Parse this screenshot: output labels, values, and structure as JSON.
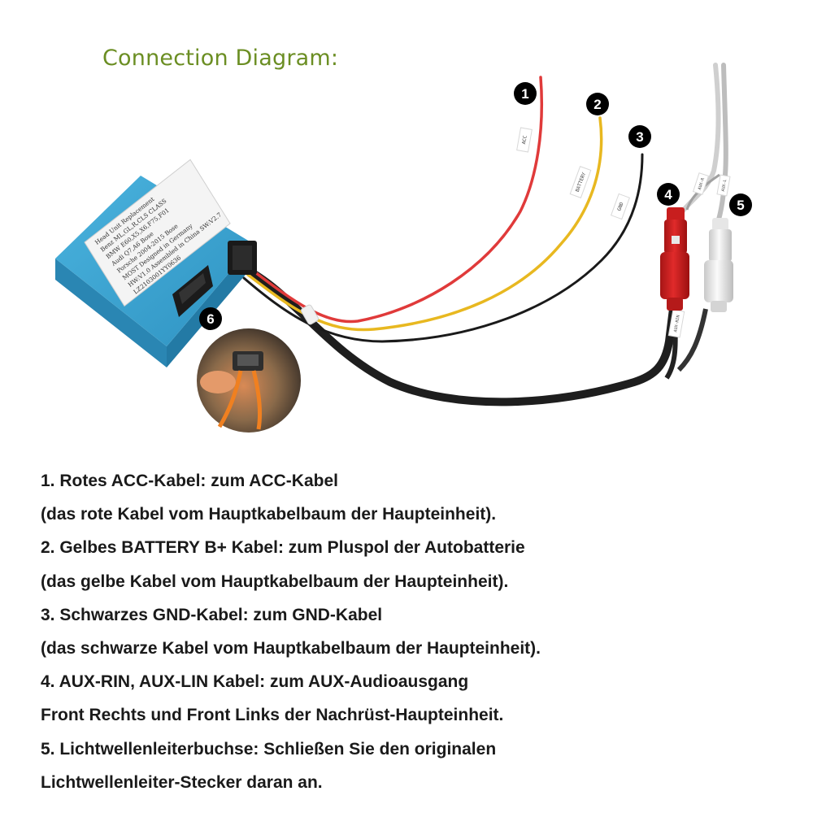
{
  "title": "Connection Diagram:",
  "badges": [
    "1",
    "2",
    "3",
    "4",
    "5",
    "6"
  ],
  "wire_tags": {
    "acc": "ACC",
    "battery": "BATTERY",
    "gnd": "GND",
    "aux_r": "AUX-R",
    "aux_l": "AUX-L",
    "aux_rin": "AUX-RIN"
  },
  "module_label": [
    "Head Unit Replacement",
    "Benz   ML,GL,R,CLS CLASS",
    "BMW   E60,X5,X6,F75,F01",
    "Audi   Q7,A6 Bose",
    "Porsche   2004-2015 Bose",
    "MOST   Designed in Germany",
    "HW:V1.0   Assembled in China   SW:V2.7",
    "LZ2103001YY0636"
  ],
  "instructions": [
    "1. Rotes ACC-Kabel: zum ACC-Kabel",
    "(das rote Kabel vom Hauptkabelbaum der Haupteinheit).",
    "2. Gelbes BATTERY B+ Kabel: zum Pluspol der Autobatterie",
    "(das gelbe Kabel vom Hauptkabelbaum der Haupteinheit).",
    "3. Schwarzes GND-Kabel: zum GND-Kabel",
    "(das schwarze Kabel vom Hauptkabelbaum der Haupteinheit).",
    "4. AUX-RIN, AUX-LIN Kabel: zum AUX-Audioausgang",
    "Front Rechts und Front Links der Nachrüst-Haupteinheit.",
    "5. Lichtwellenleiterbuchse: Schließen Sie den originalen",
    "Lichtwellenleiter-Stecker daran an."
  ],
  "colors": {
    "title": "#6b8e23",
    "module": "#3aa3cf",
    "wire_red": "#e03a3a",
    "wire_yellow": "#e8b820",
    "wire_black": "#1a1a1a",
    "cable_grey": "#c8c8c8"
  }
}
